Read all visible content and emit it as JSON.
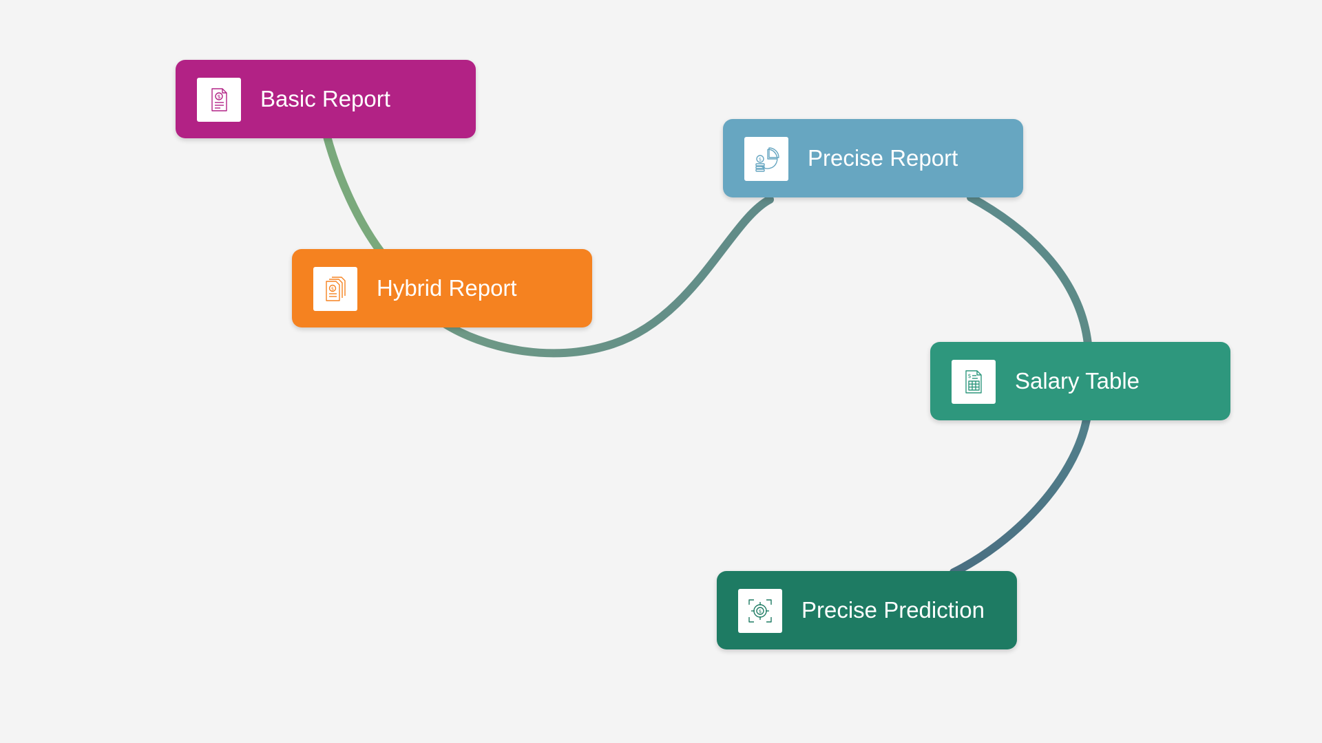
{
  "nodes": [
    {
      "id": "basic",
      "label": "Basic Report",
      "color": "#b22285",
      "icon": "dollar-document-icon"
    },
    {
      "id": "hybrid",
      "label": "Hybrid Report",
      "color": "#f58220",
      "icon": "stacked-documents-dollar-icon"
    },
    {
      "id": "precise",
      "label": "Precise Report",
      "color": "#67a6c1",
      "icon": "pie-chart-coins-icon"
    },
    {
      "id": "salary",
      "label": "Salary Table",
      "color": "#2e977d",
      "icon": "calculator-sheet-icon"
    },
    {
      "id": "predict",
      "label": "Precise Prediction",
      "color": "#1e7b63",
      "icon": "target-dollar-icon"
    }
  ],
  "connectors": [
    {
      "from": "basic",
      "to": "hybrid",
      "color": "#7aa97c"
    },
    {
      "from": "hybrid",
      "to": "precise",
      "color": "#6c9684"
    },
    {
      "from": "precise",
      "to": "salary",
      "color": "#5f8a88"
    },
    {
      "from": "salary",
      "to": "predict",
      "color": "#4f7385"
    }
  ]
}
